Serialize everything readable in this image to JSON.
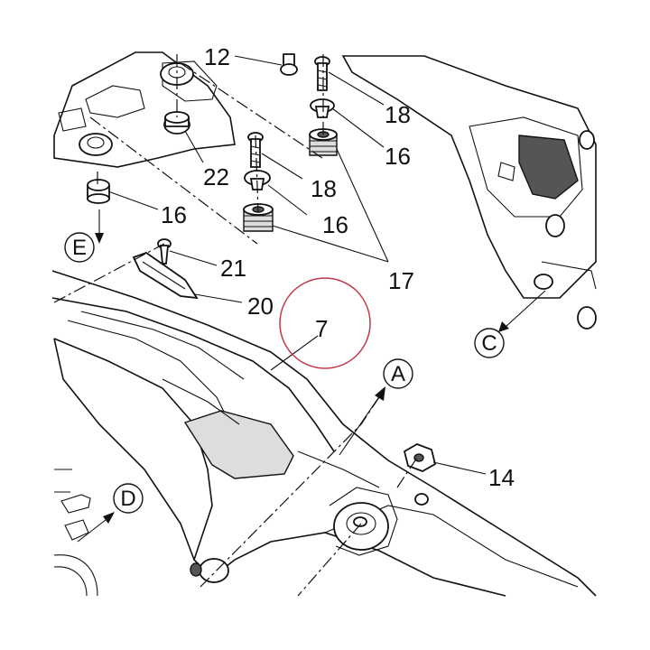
{
  "diagram": {
    "part_labels": [
      "12",
      "18",
      "16",
      "22",
      "18",
      "16",
      "16",
      "17",
      "21",
      "20",
      "7",
      "14"
    ],
    "view_letters": [
      "A",
      "C",
      "D",
      "E"
    ],
    "colors": {
      "line": "#111111",
      "highlight_circle": "#c0394a",
      "background": "#ffffff"
    }
  }
}
